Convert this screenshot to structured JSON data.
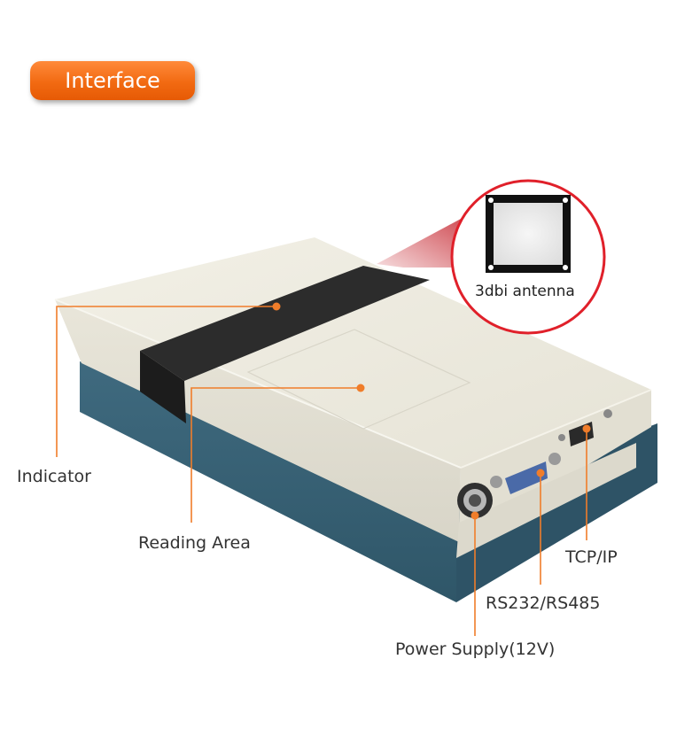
{
  "badge": {
    "label": "Interface"
  },
  "callouts": {
    "antenna": "3dbi antenna",
    "indicator": "Indicator",
    "reading_area": "Reading Area",
    "tcpip": "TCP/IP",
    "serial": "RS232/RS485",
    "power": "Power Supply(12V)"
  },
  "colors": {
    "accent": "#f26a12",
    "callout_line": "#f07d2a",
    "antenna_ring": "#e0202a",
    "case_top": "#ece9dd",
    "case_base": "#3b6579",
    "indicator_strip": "#2a2a2a"
  }
}
